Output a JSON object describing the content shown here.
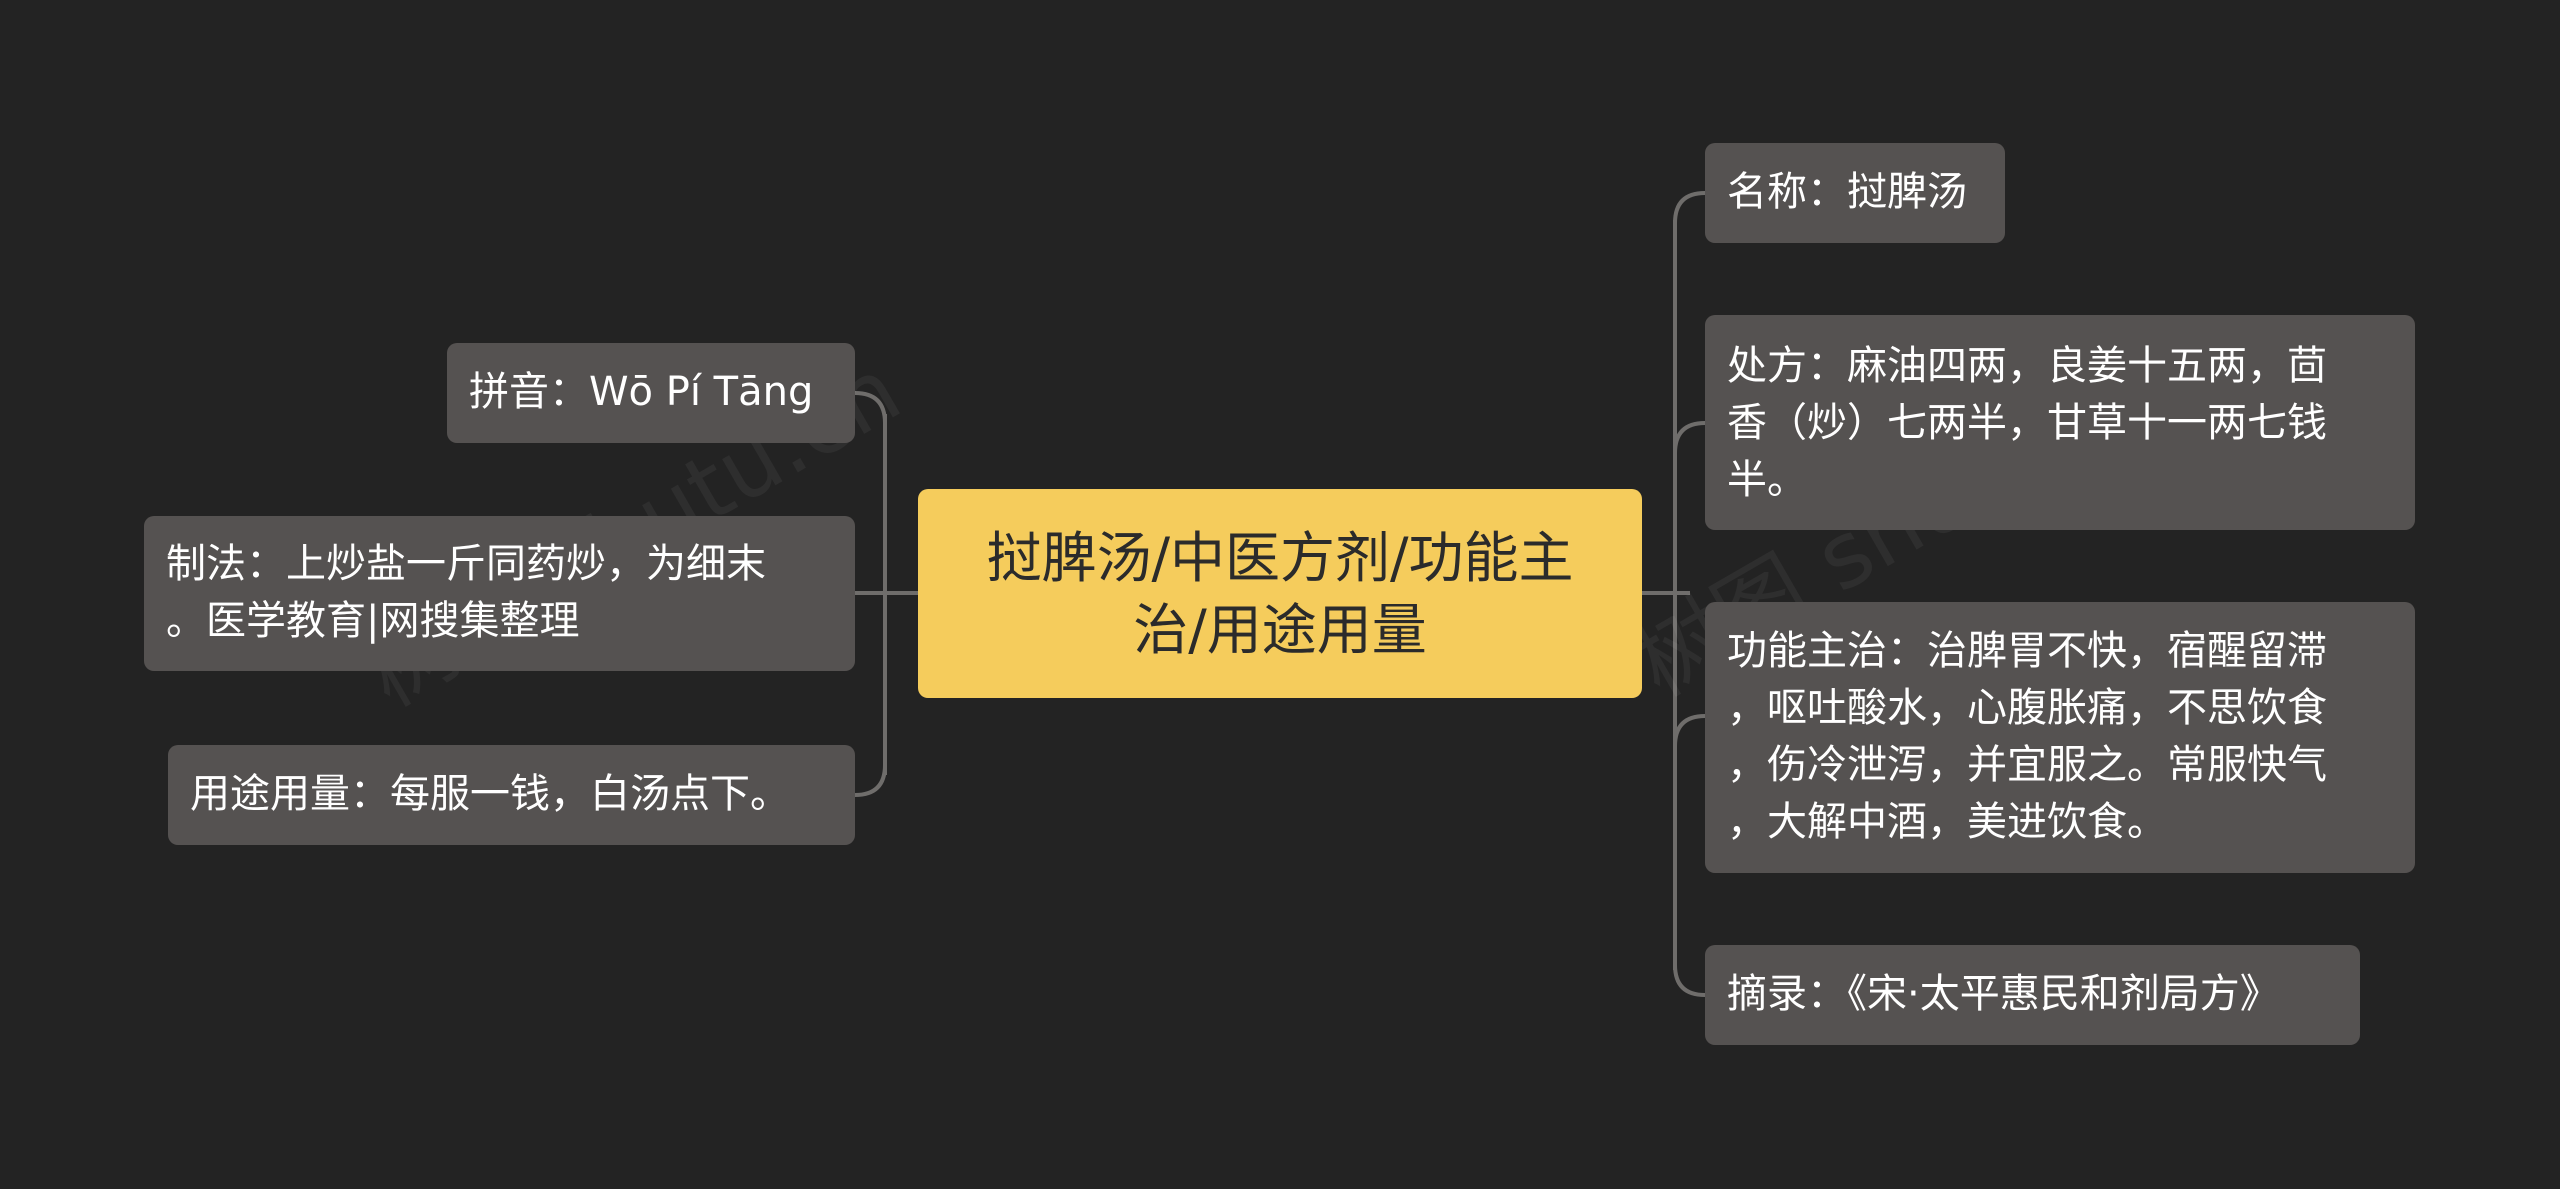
{
  "center": {
    "line1": "挝脾汤/中医方剂/功能主",
    "line2": "治/用途用量"
  },
  "left": {
    "pinyin": "拼音：Wō Pí Tāng",
    "method": {
      "line1": "制法：上炒盐一斤同药炒，为细末",
      "line2": "。医学教育|网搜集整理"
    },
    "usage": "用途用量：每服一钱，白汤点下。"
  },
  "right": {
    "name": "名称：挝脾汤",
    "prescription": {
      "line1": "处方：麻油四两，良姜十五两，茴",
      "line2": "香（炒）七两半，甘草十一两七钱",
      "line3": "半。"
    },
    "function": {
      "line1": "功能主治：治脾胃不快，宿醒留滞",
      "line2": "，呕吐酸水，心腹胀痛，不思饮食",
      "line3": "，伤冷泄泻，并宜服之。常服快气",
      "line4": "，大解中酒，美进饮食。"
    },
    "source": "摘录：《宋·太平惠民和剂局方》"
  },
  "colors": {
    "background": "#232323",
    "center_node": "#f5cc5c",
    "branch_node": "#555251",
    "connector": "#6f6d6b"
  }
}
